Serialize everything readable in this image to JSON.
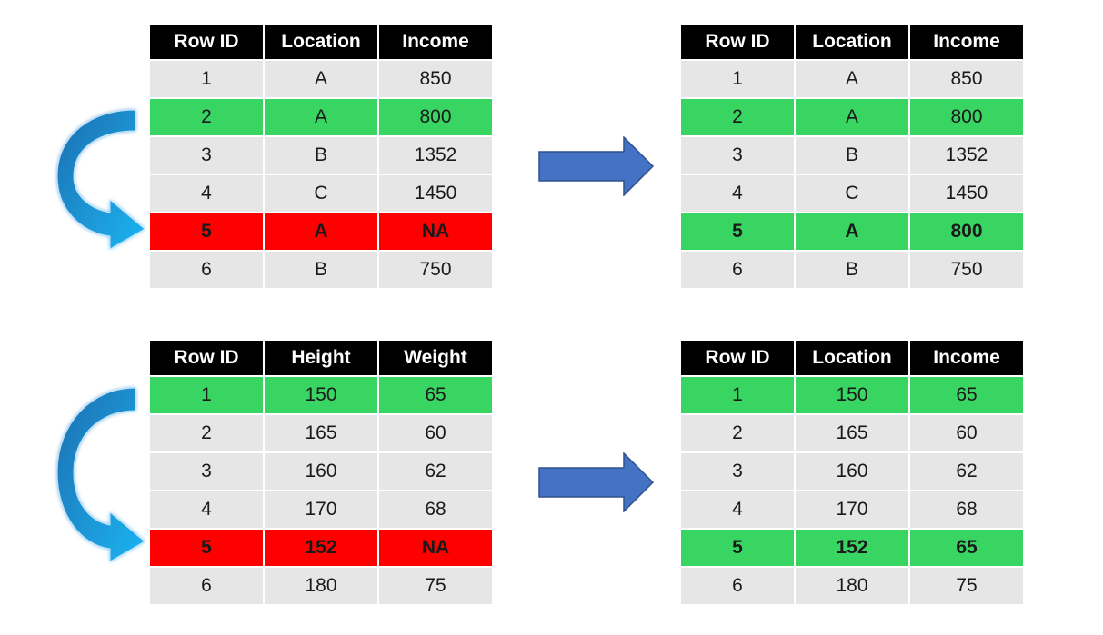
{
  "tables": {
    "top_left": {
      "headers": [
        "Row ID",
        "Location",
        "Income"
      ],
      "rows": [
        {
          "cells": [
            "1",
            "A",
            "850"
          ],
          "style": "gray"
        },
        {
          "cells": [
            "2",
            "A",
            "800"
          ],
          "style": "green"
        },
        {
          "cells": [
            "3",
            "B",
            "1352"
          ],
          "style": "gray"
        },
        {
          "cells": [
            "4",
            "C",
            "1450"
          ],
          "style": "gray"
        },
        {
          "cells": [
            "5",
            "A",
            "NA"
          ],
          "style": "red",
          "bold": true
        },
        {
          "cells": [
            "6",
            "B",
            "750"
          ],
          "style": "gray"
        }
      ]
    },
    "top_right": {
      "headers": [
        "Row ID",
        "Location",
        "Income"
      ],
      "rows": [
        {
          "cells": [
            "1",
            "A",
            "850"
          ],
          "style": "gray"
        },
        {
          "cells": [
            "2",
            "A",
            "800"
          ],
          "style": "green"
        },
        {
          "cells": [
            "3",
            "B",
            "1352"
          ],
          "style": "gray"
        },
        {
          "cells": [
            "4",
            "C",
            "1450"
          ],
          "style": "gray"
        },
        {
          "cells": [
            "5",
            "A",
            "800"
          ],
          "style": "green",
          "bold": true
        },
        {
          "cells": [
            "6",
            "B",
            "750"
          ],
          "style": "gray"
        }
      ]
    },
    "bottom_left": {
      "headers": [
        "Row ID",
        "Height",
        "Weight"
      ],
      "rows": [
        {
          "cells": [
            "1",
            "150",
            "65"
          ],
          "style": "green"
        },
        {
          "cells": [
            "2",
            "165",
            "60"
          ],
          "style": "gray"
        },
        {
          "cells": [
            "3",
            "160",
            "62"
          ],
          "style": "gray"
        },
        {
          "cells": [
            "4",
            "170",
            "68"
          ],
          "style": "gray"
        },
        {
          "cells": [
            "5",
            "152",
            "NA"
          ],
          "style": "red",
          "bold": true
        },
        {
          "cells": [
            "6",
            "180",
            "75"
          ],
          "style": "gray"
        }
      ]
    },
    "bottom_right": {
      "headers": [
        "Row ID",
        "Location",
        "Income"
      ],
      "rows": [
        {
          "cells": [
            "1",
            "150",
            "65"
          ],
          "style": "green"
        },
        {
          "cells": [
            "2",
            "165",
            "60"
          ],
          "style": "gray"
        },
        {
          "cells": [
            "3",
            "160",
            "62"
          ],
          "style": "gray"
        },
        {
          "cells": [
            "4",
            "170",
            "68"
          ],
          "style": "gray"
        },
        {
          "cells": [
            "5",
            "152",
            "65"
          ],
          "style": "green",
          "bold": true
        },
        {
          "cells": [
            "6",
            "180",
            "75"
          ],
          "style": "gray"
        }
      ]
    }
  },
  "colors": {
    "header_bg": "#000000",
    "row_gray": "#e6e6e6",
    "row_green": "#38d563",
    "row_red": "#ff0000",
    "arrow_blue": "#4472c4",
    "curved_arrow": "#1ba1e2"
  },
  "icons": {
    "curved_arrow": "curved-arrow-icon",
    "right_arrow": "right-arrow-icon"
  }
}
